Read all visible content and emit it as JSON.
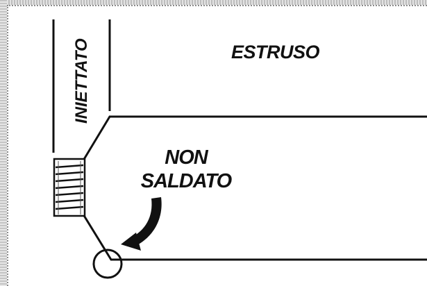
{
  "labels": {
    "extruded": "ESTRUSO",
    "injected": "INIETTATO",
    "not_welded_line1": "NON",
    "not_welded_line2": "SALDATO"
  },
  "colors": {
    "ink": "#111111",
    "background": "#ffffff",
    "frame": "#bdbdbd"
  },
  "icons": {
    "arrow": "curved-arrow-icon",
    "thread": "thread-coil-icon",
    "weld_point": "circle-marker-icon"
  }
}
